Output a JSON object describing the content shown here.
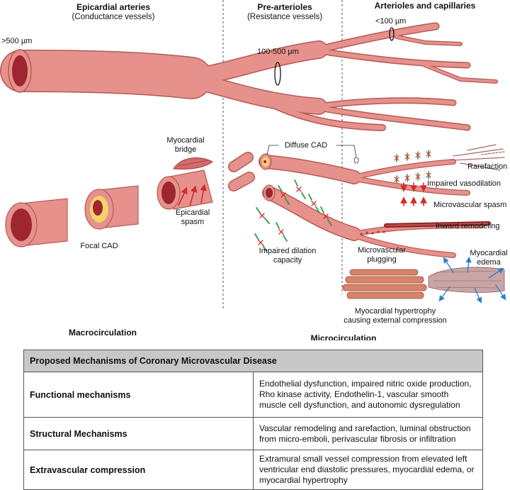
{
  "headers": {
    "epicardial": "Epicardial arteries",
    "epicardial_sub": "(Conductance vessels)",
    "prearterioles": "Pre-arterioles",
    "prearterioles_sub": "(Resistance vessels)",
    "arterioles": "Arterioles and capillaries"
  },
  "sizes": {
    "large": ">500 µm",
    "mid": "100-500 µm",
    "small": "<100 µm"
  },
  "labels": {
    "myocardial_bridge": "Myocardial bridge",
    "epicardial_spasm": "Epicardial spasm",
    "focal_cad": "Focal CAD",
    "diffuse_cad": "Diffuse CAD",
    "rarefaction": "Rarefaction",
    "impaired_vasodilation": "Impaired vasodilation",
    "microvascular_spasm": "Microvascular spasm",
    "inward_remodeling": "Inward remodeling",
    "impaired_dilation_capacity": "Impaired dilation capacity",
    "microvascular_plugging": "Microvascular plugging",
    "myocardial_edema": "Myocardial edema",
    "myocardial_hypertrophy": "Myocardial hypertrophy causing external compression"
  },
  "sections": {
    "macro": "Macrocirculation",
    "micro": "Microcirculation"
  },
  "table": {
    "title": "Proposed Mechanisms of Coronary Microvascular Disease",
    "rows": [
      {
        "category": "Functional mechanisms",
        "description": "Endothelial dysfunction, impaired nitric oxide production, Rho kinase activity, Endothelin-1, vascular smooth muscle cell dysfunction, and autonomic dysregulation"
      },
      {
        "category": "Structural Mechanisms",
        "description": "Vascular remodeling and rarefaction, luminal obstruction from micro-emboli, perivascular fibrosis or infiltration"
      },
      {
        "category": "Extravascular compression",
        "description": "Extramural small vessel compression from elevated left ventricular end diastolic pressures, myocardial edema, or myocardial hypertrophy"
      }
    ]
  },
  "colors": {
    "vessel": "#e6918b",
    "vessel_outline": "#b65a55",
    "lumen": "#9e2630",
    "plaque": "#f2d26a",
    "dilation_arrow": "#2e9b45",
    "constriction_arrow": "#d42a2a",
    "edema_arrow": "#2f7fc8",
    "table_header": "#c8c8c8"
  }
}
